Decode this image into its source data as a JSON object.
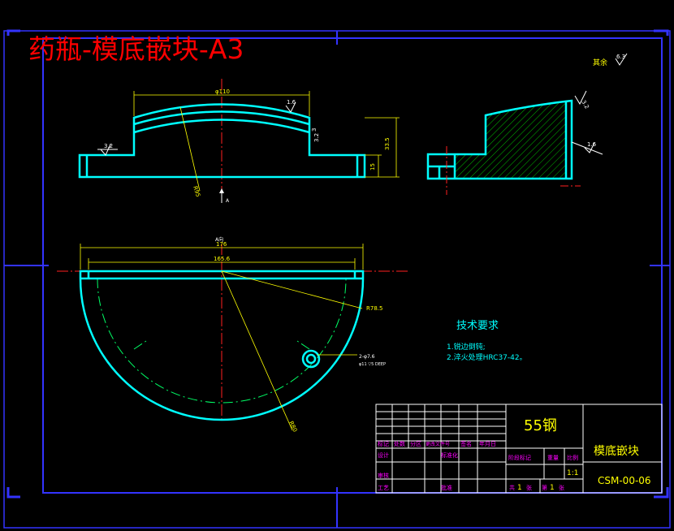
{
  "title_text": "药瓶-模底嵌块-A3",
  "roughness_rest": "其余",
  "roughness_rest_value": "6.3",
  "front_view": {
    "dia_top": "φ110",
    "rough_arc": "1.6",
    "rough_left": "3.2",
    "rough_right": "3.2",
    "dim_3": "3",
    "dim_33_5": "33.5",
    "dim_15": "15",
    "radius": "R95",
    "section_mark": "A"
  },
  "side_view": {
    "rough_top": "3.2",
    "rough_right": "1.6"
  },
  "plan_view": {
    "view_label": "A向",
    "dim_176": "176",
    "dim_165_6": "165.6",
    "dim_r78_5": "R78.5",
    "dim_r80": "R80",
    "hole_note1": "2-φ7.6",
    "hole_note2": "φ11 ▽5 DEEP"
  },
  "tech_req": {
    "heading": "技术要求",
    "line1": "1.锐边倒钝;",
    "line2": "2.淬火处理HRC37-42。"
  },
  "title_block": {
    "material": "55钢",
    "part_name": "模底嵌块",
    "drawing_no": "CSM-00-06",
    "scale": "1:1",
    "hdr_mark": "标记",
    "hdr_count": "处数",
    "hdr_zone": "分区",
    "hdr_docno": "更改文件号",
    "hdr_sign": "签名",
    "hdr_date": "年月日",
    "lbl_design": "设计",
    "lbl_standard": "标准化",
    "lbl_check": "审核",
    "lbl_process": "工艺",
    "lbl_approve": "批准",
    "lbl_stage": "阶段标记",
    "lbl_weight": "重量",
    "lbl_ratio": "比例",
    "sheets_total_pre": "共",
    "sheets_total": "1",
    "sheets_total_post": "张",
    "sheet_pre": "第",
    "sheet_no": "1",
    "sheet_post": "张"
  },
  "colors": {
    "background": "#000000",
    "border": "#3333ff",
    "outline": "#00ffff",
    "dimension": "#ffff00",
    "centerline": "#ff2020",
    "title_text": "#ff0000",
    "table_text": "#ff00ff",
    "hatch": "#00b400"
  }
}
